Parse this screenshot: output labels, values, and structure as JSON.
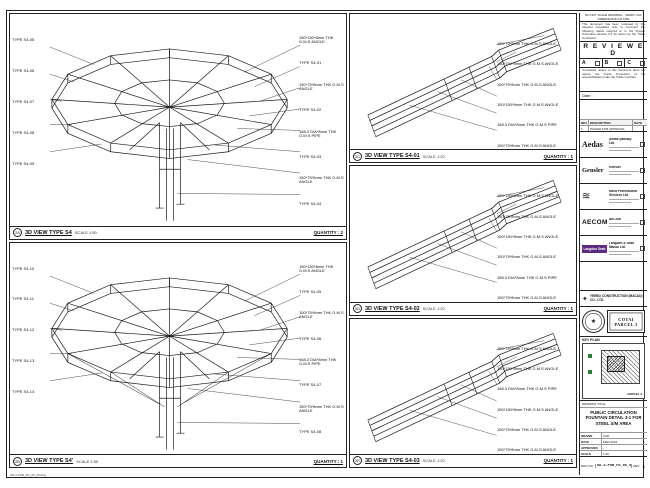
{
  "sheet_note": "SD-3-PUB_FD_05_06.dwg",
  "views": {
    "s4": {
      "code": "2A",
      "title": "3D VIEW TYPE S4",
      "scale": "SCALE 1:50",
      "quantity": "QUANTITY : 2",
      "left_labels": [
        "TYPE S4-05",
        "TYPE S4-06",
        "TYPE S4-07",
        "TYPE S4-08",
        "TYPE S4-09"
      ],
      "right_labels": [
        "150*150*8mm THK G.M.S ANGLE",
        "TYPE S4-01",
        "150*75*8mm THK G.M.S ANGLE",
        "TYPE S4-02",
        "168.3 DIA*8mm THK G.M.S PIPE",
        "TYPE S4-03",
        "150*75*8mm THK G.M.S ANGLE",
        "TYPE S4-04"
      ]
    },
    "s4b": {
      "code": "2B",
      "title": "3D VIEW TYPE S4'",
      "scale": "SCALE 1:50",
      "quantity": "QUANTITY : 1",
      "left_labels": [
        "TYPE S4-10",
        "TYPE S4-11",
        "TYPE S4-12",
        "TYPE S4-13",
        "TYPE S4-14"
      ],
      "right_labels": [
        "150*150*8mm THK G.M.S ANGLE",
        "TYPE S4-05",
        "150*75*8mm THK G.M.S ANGLE",
        "TYPE S4-06",
        "168.3 DIA*8mm THK G.M.S PIPE",
        "TYPE S4-07",
        "150*75*8mm THK G.M.S ANGLE",
        "TYPE S4-08"
      ]
    },
    "s401": {
      "code": "2C",
      "title": "3D VIEW TYPE S4-01",
      "scale": "SCALE 1:20",
      "quantity": "QUANTITY : 1",
      "labels": [
        "150*75*8mm THK G.M.S ANGLE",
        "150*150*8mm THK G.M.S ANGLE",
        "150*75*8mm THK G.M.S ANGLE",
        "150*150*8mm THK G.M.S ANGLE",
        "168.3 DIA*8mm THK G.M.S PIPE",
        "150*75*8mm THK G.M.S ANGLE"
      ]
    },
    "s402": {
      "code": "2D",
      "title": "3D VIEW TYPE S4-02",
      "scale": "SCALE 1:20",
      "quantity": "QUANTITY : 1",
      "labels": [
        "150*150*8mm THK G.M.S ANGLE",
        "150*75*8mm THK G.M.S ANGLE",
        "150*150*8mm THK G.M.S ANGLE",
        "150*75*8mm THK G.M.S ANGLE",
        "168.3 DIA*8mm THK G.M.S PIPE",
        "150*75*8mm THK G.M.S ANGLE"
      ]
    },
    "s403": {
      "code": "2E",
      "title": "3D VIEW TYPE S4-03",
      "scale": "SCALE 1:20",
      "quantity": "QUANTITY : 1",
      "labels": [
        "150*75*8mm THK G.M.S ANGLE",
        "150*150*8mm THK G.M.S ANGLE",
        "168.3 DIA*8mm THK G.M.S PIPE",
        "150*150*8mm THK G.M.S ANGLE",
        "150*75*8mm THK G.M.S ANGLE",
        "150*75*8mm THK G.M.S ANGLE"
      ]
    }
  },
  "titleblock": {
    "top_note": "DO NOT SCALE DRAWING - VERIFY ALL DIMENSIONS ON SITE",
    "stamp": {
      "note1": "This document has been reviewed by the relevant consultant only to comment the following status referred to in the Project Procedure Section 5.4 for action by the Trade Contractor.",
      "title": "R E V I E W E D",
      "options": [
        "A",
        "B",
        "C"
      ],
      "note2": "Consultant review of this document does not relieve the Trade Contractor of his responsibilities under the Trade Contract.",
      "date_label": "Date :"
    },
    "rev_table": {
      "headers": [
        "REV",
        "DESCRIPTION",
        "DATE"
      ],
      "rows": [
        [
          "1",
          "ISSUED FOR APPROVAL",
          ""
        ]
      ]
    },
    "firms": [
      {
        "logo": "Aedas",
        "name": "Aedas (Macau) Ltd."
      },
      {
        "logo": "Gensler",
        "name": "Gensler"
      },
      {
        "logo": "≋",
        "name": "Meca Professional Services Ltd."
      },
      {
        "logo": "AECOM",
        "name": "AECOM"
      },
      {
        "logo": "Langdon Seah",
        "name": "Langdon & Seah Macau Ltd."
      }
    ],
    "contractor": {
      "star": "✦",
      "name": "YEEBO CONSTRUCTION (MACAU) CO., LTD."
    },
    "seal_glyph": "★",
    "project": {
      "name": "COTAI PARCEL 3"
    },
    "keyplan": {
      "label": "KEY PLAN",
      "tag": "PARCEL 3"
    },
    "drawing": {
      "title_label": "DRAWING TITLE",
      "title": "PUBLIC CIRCULATION FOUNTAIN DETAIL 3-1 FOR STEEL S/M AREA",
      "fields": [
        {
          "k": "DRAWN",
          "v": "CAD"
        },
        {
          "k": "DATE",
          "v": "MAR 2016"
        },
        {
          "k": "APPROVED",
          "v": "-"
        },
        {
          "k": "SCALE",
          "v": "1:50"
        }
      ],
      "drg_label": "DRG NO.",
      "drg_no": "SD-3-PUB_FD_05_06",
      "rev_label": "REV",
      "rev": "1"
    }
  }
}
